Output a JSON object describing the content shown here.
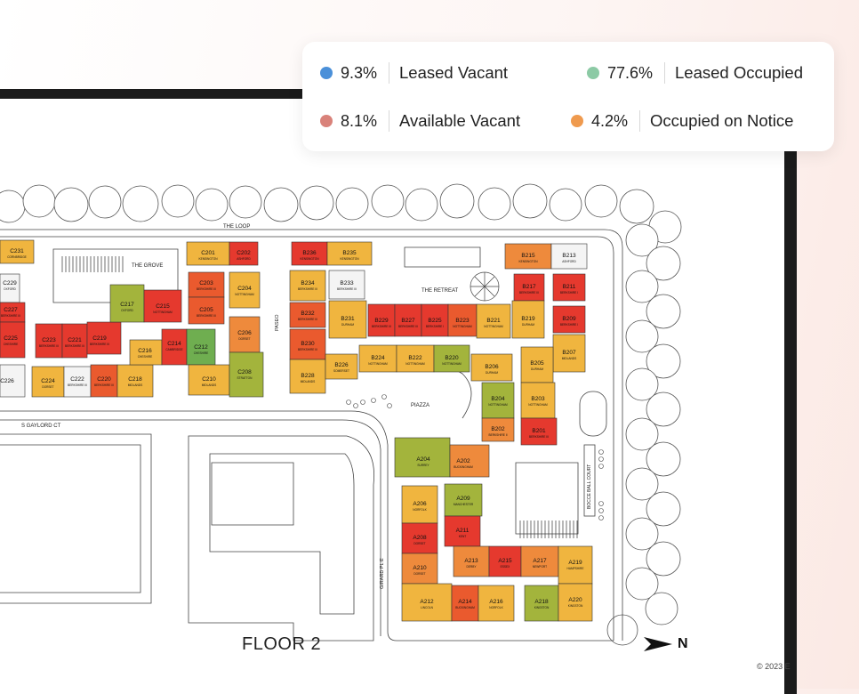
{
  "legend": {
    "items": [
      {
        "pct": "9.3%",
        "label": "Leased Vacant",
        "color": "#4a90d9"
      },
      {
        "pct": "77.6%",
        "label": "Leased Occupied",
        "color": "#8ccaa5"
      },
      {
        "pct": "8.1%",
        "label": "Available Vacant",
        "color": "#d9827a"
      },
      {
        "pct": "4.2%",
        "label": "Occupied on Notice",
        "color": "#ef9a4e"
      }
    ]
  },
  "map": {
    "floor_label": "FLOOR 2",
    "north_label": "N",
    "copyright": "© 2023 E",
    "streets": {
      "loop": "THE LOOP",
      "grove": "THE GROVE",
      "retreat": "THE RETREAT",
      "paseo": "PASEO",
      "piazza": "PIAZZA",
      "gaylord": "S GAYLORD CT",
      "girard": "GIRARD PL E",
      "bocce": "BOCCE BALL COURT"
    },
    "units": {
      "C231": {
        "code": "C231",
        "sub": "CORNBRIDGE"
      },
      "C229": {
        "code": "C229",
        "sub": "OXFORD"
      },
      "C227": {
        "code": "C227",
        "sub": "BERKSHIRE III"
      },
      "C225": {
        "code": "C225",
        "sub": "CHESHIRE"
      },
      "C226": {
        "code": "C226",
        "sub": ""
      },
      "C223": {
        "code": "C223",
        "sub": "BERKSHIRE III"
      },
      "C221": {
        "code": "C221",
        "sub": "BERKSHIRE III"
      },
      "C219": {
        "code": "C219",
        "sub": "BERKSHIRE III"
      },
      "C224": {
        "code": "C224",
        "sub": "DORSET"
      },
      "C222": {
        "code": "C222",
        "sub": "BERKSHIRE III"
      },
      "C220": {
        "code": "C220",
        "sub": "BERKSHIRE III"
      },
      "C218": {
        "code": "C218",
        "sub": "MIDLANDS"
      },
      "C217": {
        "code": "C217",
        "sub": "OXFORD"
      },
      "C215": {
        "code": "C215",
        "sub": "NOTTINGHAM"
      },
      "C216": {
        "code": "C216",
        "sub": "CHESHIRE"
      },
      "C214": {
        "code": "C214",
        "sub": "CAMBRIDGE"
      },
      "C212": {
        "code": "C212",
        "sub": "CHESHIRE"
      },
      "C210": {
        "code": "C210",
        "sub": "MIDLANDS"
      },
      "C201": {
        "code": "C201",
        "sub": "KENSINGTON"
      },
      "C202": {
        "code": "C202",
        "sub": "ASHFORD"
      },
      "C203": {
        "code": "C203",
        "sub": "BERKSHIRE III"
      },
      "C204": {
        "code": "C204",
        "sub": "NOTTINGHAM"
      },
      "C205": {
        "code": "C205",
        "sub": "BERKSHIRE III"
      },
      "C206": {
        "code": "C206",
        "sub": "DORSET"
      },
      "C208": {
        "code": "C208",
        "sub": "STRATTON"
      },
      "B236": {
        "code": "B236",
        "sub": "KENSINGTON"
      },
      "B235": {
        "code": "B235",
        "sub": "KENSINGTON"
      },
      "B234": {
        "code": "B234",
        "sub": "BERKSHIRE III"
      },
      "B233": {
        "code": "B233",
        "sub": "BERKSHIRE III"
      },
      "B232": {
        "code": "B232",
        "sub": "BERKSHIRE III"
      },
      "B231": {
        "code": "B231",
        "sub": "DURHAM"
      },
      "B230": {
        "code": "B230",
        "sub": "BERKSHIRE III"
      },
      "B229": {
        "code": "B229",
        "sub": "BERKSHIRE III"
      },
      "B227": {
        "code": "B227",
        "sub": "BERKSHIRE III"
      },
      "B225": {
        "code": "B225",
        "sub": "BERKSHIRE I"
      },
      "B223": {
        "code": "B223",
        "sub": "NOTTINGHAM"
      },
      "B221": {
        "code": "B221",
        "sub": "NOTTINGHAM"
      },
      "B228": {
        "code": "B228",
        "sub": "MIDLANDS"
      },
      "B226": {
        "code": "B226",
        "sub": "SOMERSET"
      },
      "B224": {
        "code": "B224",
        "sub": "NOTTINGHAM"
      },
      "B222": {
        "code": "B222",
        "sub": "NOTTINGHAM"
      },
      "B220": {
        "code": "B220",
        "sub": "NOTTINGHAM"
      },
      "B215": {
        "code": "B215",
        "sub": "KENSINGTON"
      },
      "B213": {
        "code": "B213",
        "sub": "ASHFORD"
      },
      "B217": {
        "code": "B217",
        "sub": "BERKSHIRE III"
      },
      "B211": {
        "code": "B211",
        "sub": "BERKSHIRE I"
      },
      "B219": {
        "code": "B219",
        "sub": "DURHAM"
      },
      "B209": {
        "code": "B209",
        "sub": "BERKSHIRE I"
      },
      "B207": {
        "code": "B207",
        "sub": "MIDLANDS"
      },
      "B206": {
        "code": "B206",
        "sub": "DURHAM"
      },
      "B205": {
        "code": "B205",
        "sub": "DURHAM"
      },
      "B204": {
        "code": "B204",
        "sub": "NOTTINGHAM"
      },
      "B203": {
        "code": "B203",
        "sub": "NOTTINGHAM"
      },
      "B202": {
        "code": "B202",
        "sub": "BERKSHIRE II"
      },
      "B201": {
        "code": "B201",
        "sub": "BERKSHIRE III"
      },
      "A204": {
        "code": "A204",
        "sub": "SURREY"
      },
      "A202": {
        "code": "A202",
        "sub": "BUCKINGHAM"
      },
      "A206": {
        "code": "A206",
        "sub": "NORFOLK"
      },
      "A209": {
        "code": "A209",
        "sub": "MANCHESTER"
      },
      "A208": {
        "code": "A208",
        "sub": "DORSET"
      },
      "A211": {
        "code": "A211",
        "sub": "KENT"
      },
      "A210": {
        "code": "A210",
        "sub": "DORSET"
      },
      "A213": {
        "code": "A213",
        "sub": "DERBY"
      },
      "A215": {
        "code": "A215",
        "sub": "ESSEX"
      },
      "A217": {
        "code": "A217",
        "sub": "NEWPORT"
      },
      "A219": {
        "code": "A219",
        "sub": "HAMPSHIRE"
      },
      "A212": {
        "code": "A212",
        "sub": "LINCOLN"
      },
      "A214": {
        "code": "A214",
        "sub": "BUCKINGHAM"
      },
      "A216": {
        "code": "A216",
        "sub": "NORFOLK"
      },
      "A218": {
        "code": "A218",
        "sub": "KINGSTON"
      },
      "A220": {
        "code": "A220",
        "sub": "KINGSTON"
      }
    },
    "colors": {
      "gold": "#f0b53f",
      "orange": "#ee8a3c",
      "red": "#e5392e",
      "redorange": "#ea5a2e",
      "green": "#a3b43c",
      "brightgreen": "#6fae50",
      "white": "#f4f4f4"
    }
  }
}
